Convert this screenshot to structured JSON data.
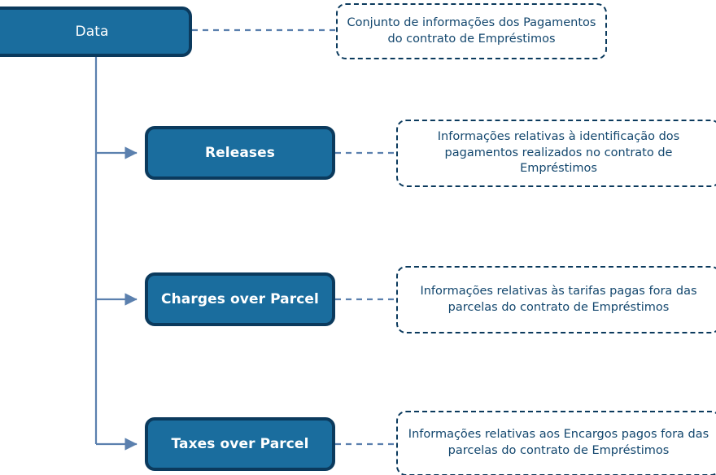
{
  "diagram": {
    "title": "Data",
    "accent_fill": "#1a6d9e",
    "accent_border": "#0b3a5d",
    "connector_color": "#5b80ae",
    "note_text_color": "#13476e",
    "background": "#ffffff"
  },
  "nodes": [
    {
      "id": "data",
      "label": "Data",
      "note": "Conjunto de informações dos Pagamentos do contrato de Empréstimos"
    },
    {
      "id": "releases",
      "label": "Releases",
      "note": "Informações relativas à identificação dos pagamentos realizados no contrato de Empréstimos"
    },
    {
      "id": "charges-over-parcel",
      "label": "Charges over Parcel",
      "note": "Informações relativas às tarifas pagas fora das parcelas do contrato de Empréstimos"
    },
    {
      "id": "taxes-over-parcel",
      "label": "Taxes over Parcel",
      "note": "Informações relativas aos Encargos pagos fora das parcelas do contrato de Empréstimos"
    }
  ]
}
